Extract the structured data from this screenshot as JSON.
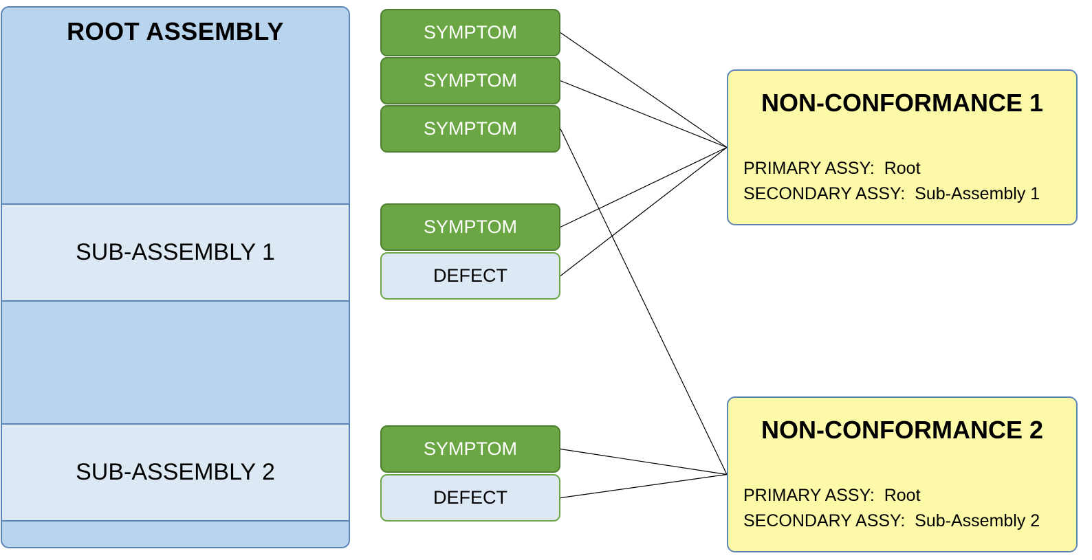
{
  "root_assembly": {
    "title": "ROOT ASSEMBLY",
    "sub_assemblies": [
      {
        "label": "SUB-ASSEMBLY 1"
      },
      {
        "label": "SUB-ASSEMBLY 2"
      }
    ]
  },
  "items": [
    {
      "type": "symptom",
      "label": "SYMPTOM"
    },
    {
      "type": "symptom",
      "label": "SYMPTOM"
    },
    {
      "type": "symptom",
      "label": "SYMPTOM"
    },
    {
      "type": "symptom",
      "label": "SYMPTOM"
    },
    {
      "type": "defect",
      "label": "DEFECT"
    },
    {
      "type": "symptom",
      "label": "SYMPTOM"
    },
    {
      "type": "defect",
      "label": "DEFECT"
    }
  ],
  "non_conformances": [
    {
      "title": "NON-CONFORMANCE 1",
      "primary": "PRIMARY ASSY:  Root",
      "secondary": "SECONDARY ASSY:  Sub-Assembly 1"
    },
    {
      "title": "NON-CONFORMANCE 2",
      "primary": "PRIMARY ASSY:  Root",
      "secondary": "SECONDARY ASSY:  Sub-Assembly 2"
    }
  ],
  "links": [
    {
      "from": 0,
      "to": 0
    },
    {
      "from": 1,
      "to": 0
    },
    {
      "from": 3,
      "to": 0
    },
    {
      "from": 4,
      "to": 0
    },
    {
      "from": 2,
      "to": 1
    },
    {
      "from": 5,
      "to": 1
    },
    {
      "from": 6,
      "to": 1
    }
  ],
  "colors": {
    "symptom": "#6aa644",
    "defect": "#dde8f5",
    "root_assembly": "#b9d4ed",
    "sub_assembly": "#dde8f5",
    "non_conformance": "#fcfaa8",
    "border": "#5b84b8"
  }
}
